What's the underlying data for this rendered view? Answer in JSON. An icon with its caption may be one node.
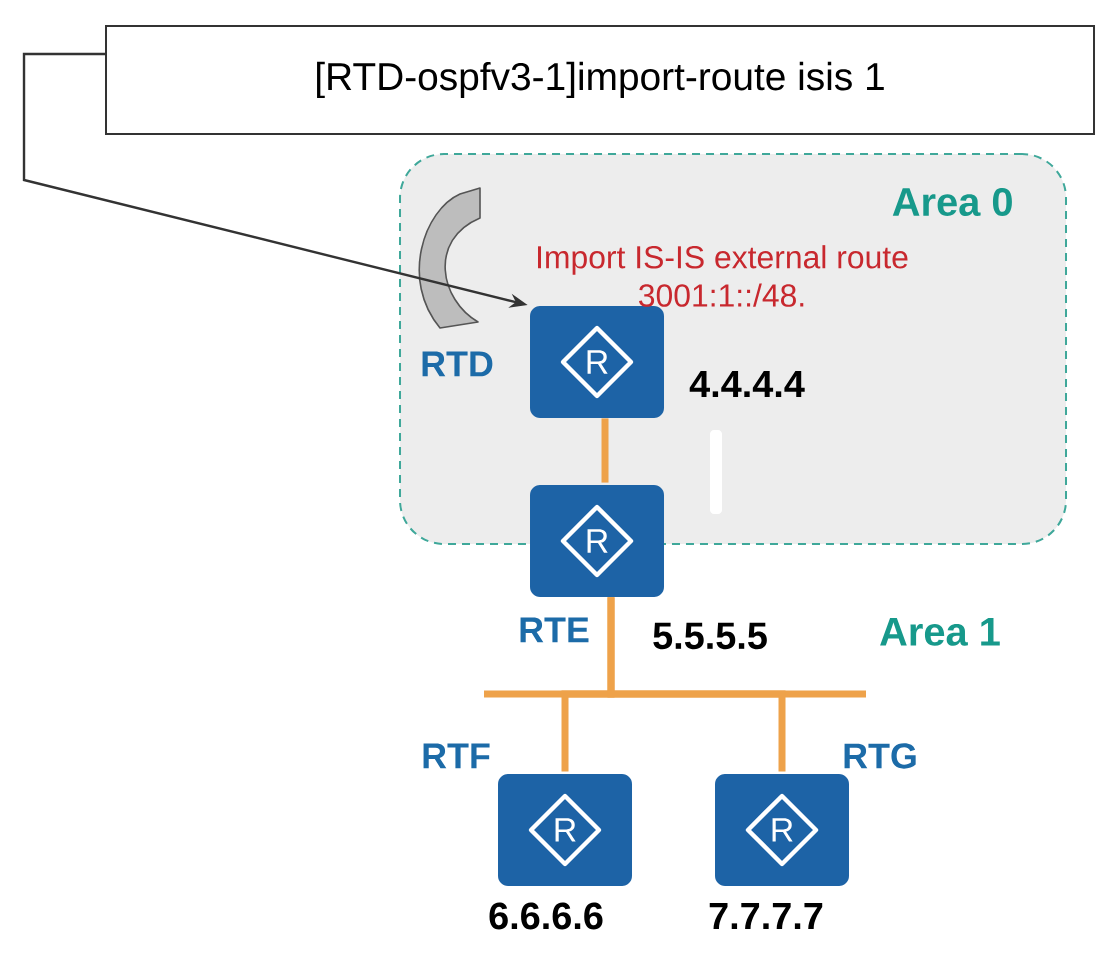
{
  "diagram": {
    "nodes": [
      {
        "text": [
          "[RTD-ospfv3-1]import-route isis 1"
        ]
      },
      {
        "text": [
          "Area 0"
        ]
      },
      {
        "text": [
          "R"
        ],
        "in": 1,
        "beside": [
          "RTD",
          "4.4.4.4"
        ]
      },
      {
        "text": [
          "R"
        ],
        "beside": [
          "RTE",
          "5.5.5.5"
        ]
      },
      {
        "text": [
          "R"
        ],
        "beside": [
          "RTF",
          "6.6.6.6"
        ]
      },
      {
        "text": [
          "R"
        ],
        "beside": [
          "RTG",
          "7.7.7.7"
        ]
      }
    ],
    "edges": [
      {
        "from": 0,
        "to": 2,
        "arrow": "to",
        "color": "#333333"
      },
      {
        "from": 2,
        "to": 3,
        "arrow": "none"
      },
      {
        "from": 3,
        "to": 4,
        "arrow": "none"
      },
      {
        "from": 3,
        "to": 5,
        "arrow": "none"
      }
    ],
    "labels": [
      "Import IS-IS external route 3001:1::/48.",
      "Area 1"
    ]
  }
}
